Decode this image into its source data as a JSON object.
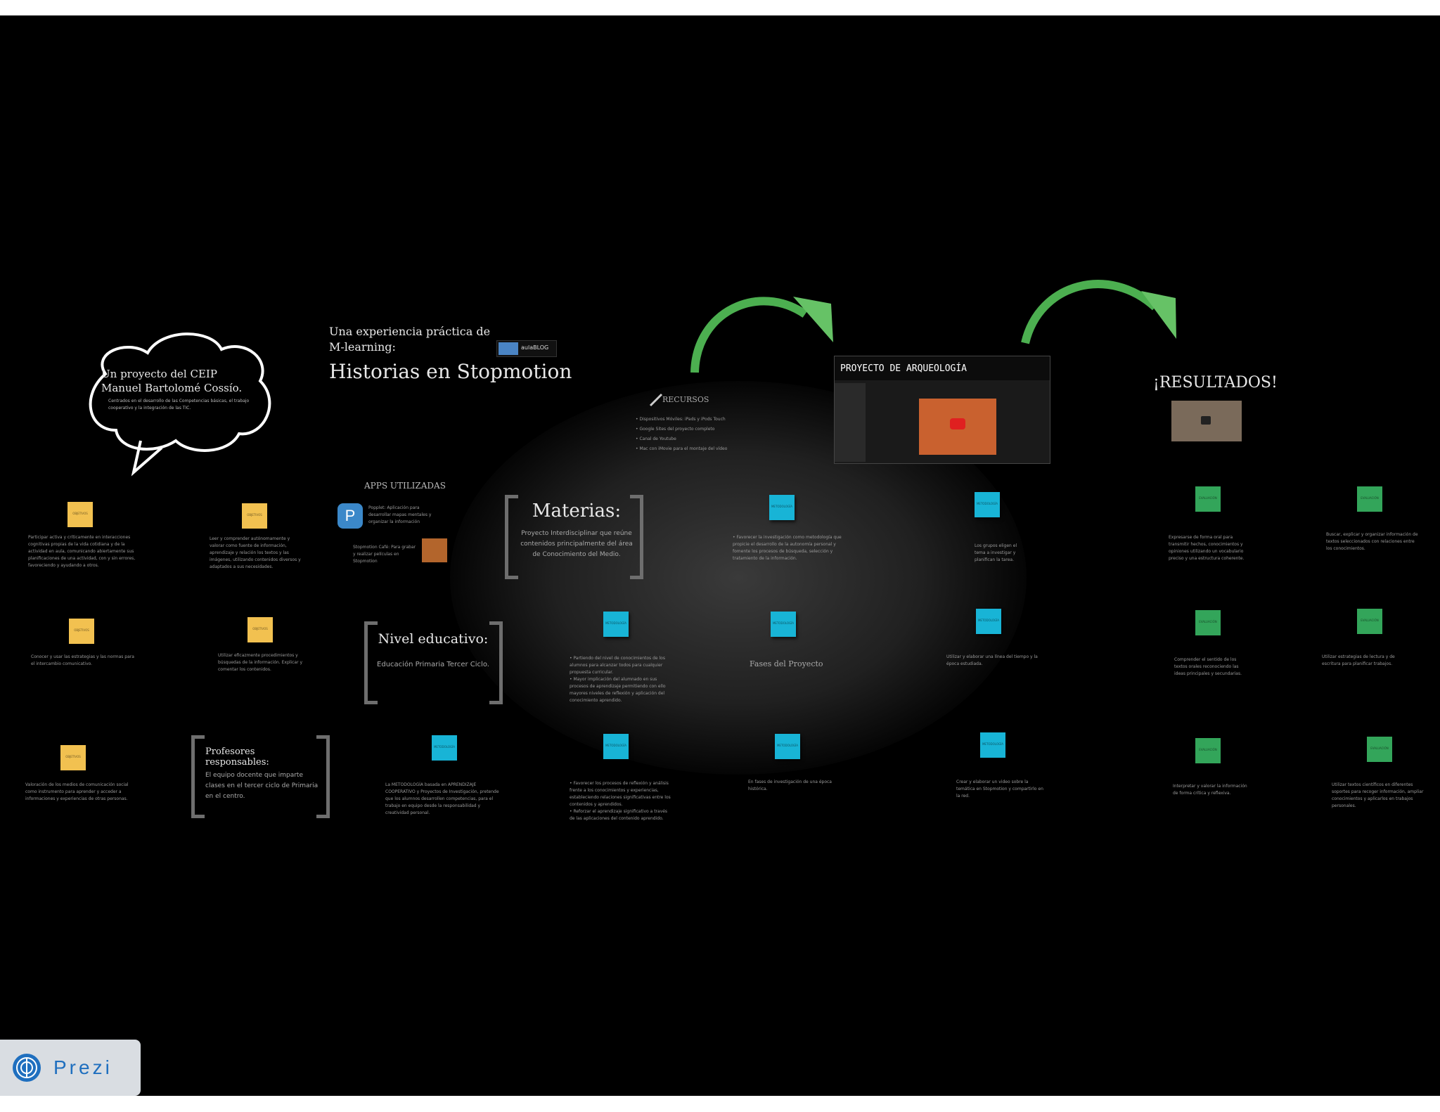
{
  "cloud": {
    "title": "Un proyecto del CEIP Manuel Bartolomé Cossío.",
    "sub": "Centrados en el desarrollo de las Competencias básicas, el trabajo cooperativo y la integración de las TIC."
  },
  "header": {
    "intro_line1": "Una experiencia práctica de",
    "intro_line2": "M-learning:",
    "title": "Historias en Stopmotion",
    "blog_logo": "aulaBLOG"
  },
  "recursos": {
    "title": "RECURSOS",
    "items": [
      "• Dispositivos Móviles: iPads y iPods Touch",
      "• Google Sites del proyecto completo",
      "• Canal de Youtube",
      "• Mac con iMovie para el montaje del vídeo"
    ]
  },
  "website": {
    "title": "PROYECTO DE ARQUEOLOGÍA"
  },
  "resultados": {
    "title": "¡RESULTADOS!"
  },
  "apps": {
    "title": "APPS UTILIZADAS",
    "app1": "Popplet: Aplicación para desarrollar mapas mentales y organizar la información",
    "app2": "Stopmotion Café: Para grabar y realizar películas en Stopmotion"
  },
  "materias": {
    "title": "Materias:",
    "body": "Proyecto Interdisciplinar que reúne contenidos principalmente del área de Conocimiento del Medio."
  },
  "nivel": {
    "title": "Nivel educativo:",
    "body": "Educación Primaria Tercer Ciclo."
  },
  "profesores": {
    "title": "Profesores responsables:",
    "body": "El equipo docente que imparte clases en el tercer ciclo de Primaria en el centro."
  },
  "fases": {
    "label": "Fases del Proyecto"
  },
  "notes": {
    "objetivo": "OBJETIVOS",
    "metodologia": "METODOLOGÍA",
    "evaluacion": "EVALUACIÓN"
  },
  "small_texts": {
    "t1": "Participar activa y críticamente en interacciones cognitivas propias de la vida cotidiana y de la actividad en aula, comunicando abiertamente sus planificaciones de una actividad, con y sin errores, favoreciendo y ayudando a otros.",
    "t2": "Leer y comprender autónomamente y valorar como fuente de información, aprendizaje y relación los textos y las imágenes, utilizando contenidos diversos y adaptados a sus necesidades.",
    "t3": "Conocer y usar las estrategias y las normas para el intercambio comunicativo.",
    "t4": "Utilizar eficazmente procedimientos y búsquedas de la información. Explicar y comentar los contenidos.",
    "t5": "Valoración de los medios de comunicación social como instrumento para aprender y acceder a informaciones y experiencias de otras personas.",
    "t6": "La METODOLOGÍA basada en APRENDIZAJE COOPERATIVO y Proyectos de Investigación, pretende que los alumnos desarrollen competencias, para el trabajo en equipo desde la responsabilidad y creatividad personal.",
    "t7": "• Partiendo del nivel de conocimientos de los alumnos para alcanzar todos para cualquier propuesta curricular.\n• Mayor implicación del alumnado en sus procesos de aprendizaje permitiendo con ello mayores niveles de reflexión y aplicación del conocimiento aprendido.",
    "t8": "• Favorecer los procesos de reflexión y análisis frente a los conocimientos y experiencias, estableciendo relaciones significativas entre los contenidos y aprendidos.\n• Reforzar el aprendizaje significativo a través de las aplicaciones del contenido aprendido.",
    "t9": "• Favorecer la investigación como metodología que propicie el desarrollo de la autonomía personal y fomente los procesos de búsqueda, selección y tratamiento de la información.",
    "t10": "Los grupos eligen el tema a investigar y planifican la tarea.",
    "t11": "Utilizar y elaborar una línea del tiempo y la época estudiada.",
    "t12": "En fases de investigación de una época histórica.",
    "t13": "Crear y elaborar un video sobre la temática en Stopmotion y compartirlo en la red.",
    "t14": "Expresarse de forma oral para transmitir hechos, conocimientos y opiniones utilizando un vocabulario preciso y una estructura coherente.",
    "t15": "Comprender el sentido de los textos orales reconociendo las ideas principales y secundarias.",
    "t16": "Interpretar y valorar la información de forma crítica y reflexiva.",
    "t17": "Buscar, explicar y organizar información de textos seleccionados con relaciones entre los conocimientos.",
    "t18": "Utilizar estrategias de lectura y de escritura para planificar trabajos.",
    "t19": "Utilizar textos científicos en diferentes soportes para recoger información, ampliar conocimientos y aplicarlos en trabajos personales."
  },
  "prezi": {
    "label": "Prezi"
  }
}
